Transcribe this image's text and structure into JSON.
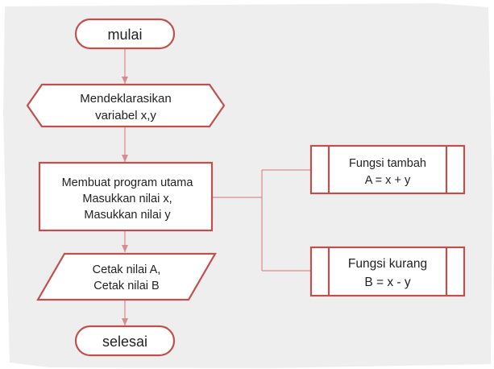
{
  "colors": {
    "stroke": "#c0504d",
    "text": "#222222",
    "paper": "#eeeeee",
    "background": "#ffffff"
  },
  "nodes": {
    "start": {
      "label": "mulai"
    },
    "declare": {
      "line1": "Mendeklarasikan",
      "line2": "variabel x,y"
    },
    "main": {
      "line1": "Membuat program utama",
      "line2": "Masukkan nilai x,",
      "line3": "Masukkan nilai y"
    },
    "output": {
      "line1": "Cetak nilai A,",
      "line2": "Cetak nilai B"
    },
    "end": {
      "label": "selesai"
    },
    "add": {
      "line1": "Fungsi tambah",
      "line2": "A = x + y"
    },
    "subtract": {
      "line1": "Fungsi kurang",
      "line2": "B = x - y"
    }
  }
}
